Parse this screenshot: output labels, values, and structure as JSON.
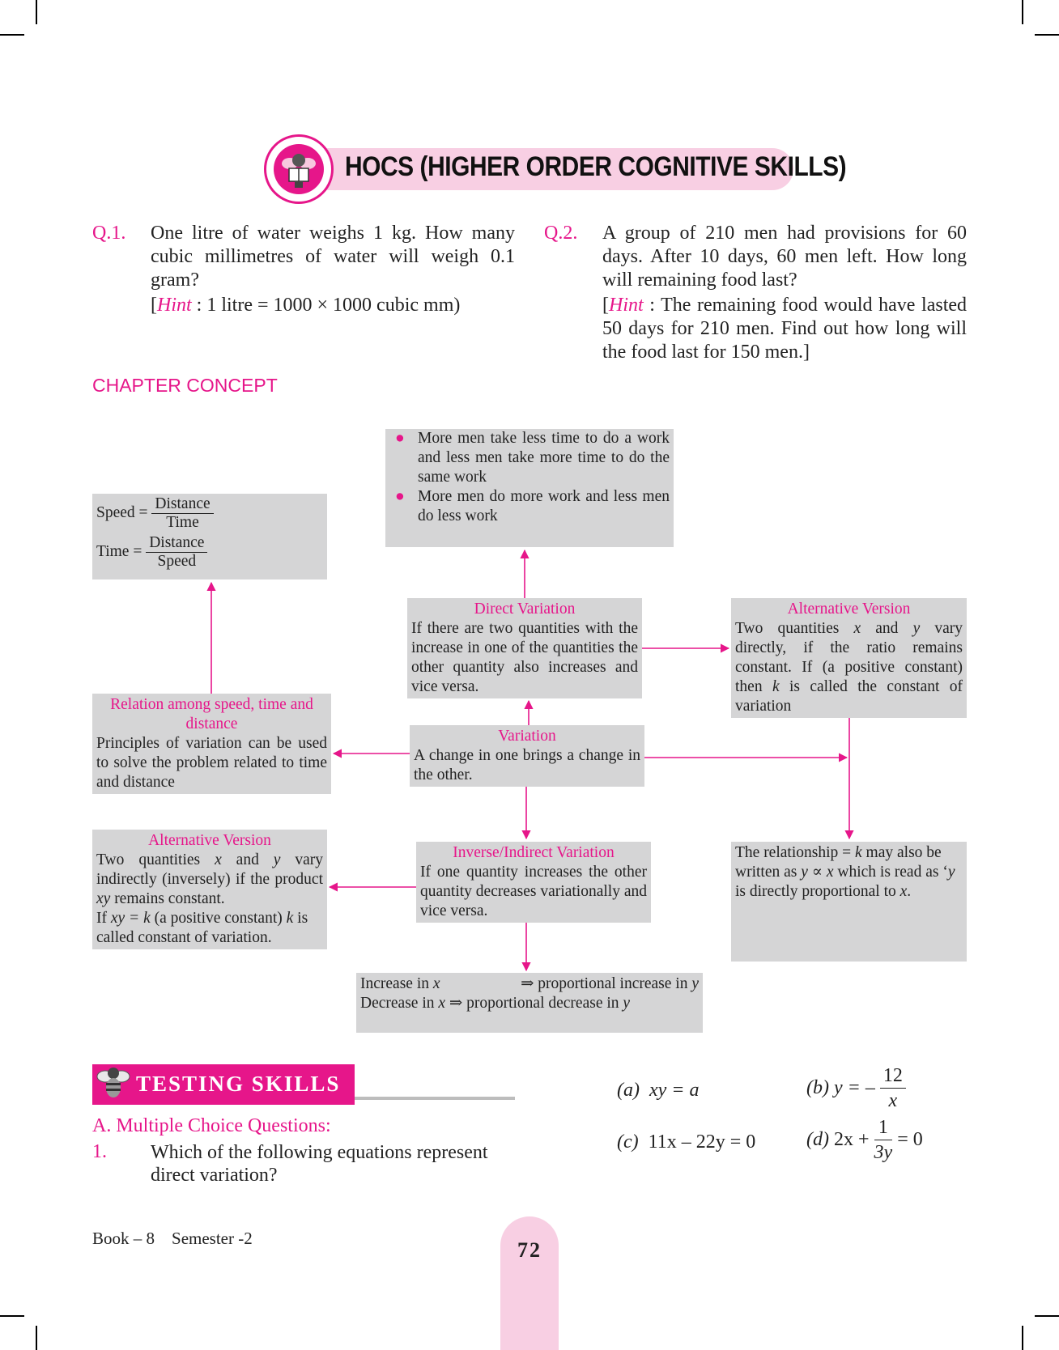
{
  "hocs": {
    "title": "HOCS (HIGHER ORDER COGNITIVE SKILLS)",
    "q1": {
      "num": "Q.1.",
      "text": "One litre of water weighs 1 kg. How many cubic millimetres of water will weigh 0.1 gram?",
      "hint_label": "Hint",
      "hint_text": ": 1 litre = 1000 × 1000 cubic mm)"
    },
    "q2": {
      "num": "Q.2.",
      "text": "A group of 210 men had provisions for 60 days. After 10 days, 60 men left. How long will remaining food last?",
      "hint_label": "Hint",
      "hint_text": ": The remaining food would have lasted 50 days for 210 men. Find out how long will the food last for 150 men.]"
    }
  },
  "chapter_concept": {
    "heading": "CHAPTER CONCEPT",
    "men_box": {
      "bullet1": "More men take less time to do a work and less men take more time to do the same work",
      "bullet2": "More men do more work and less men do less work"
    },
    "speed_box": {
      "speed_label": "Speed =",
      "speed_num": "Distance",
      "speed_den": "Time",
      "time_label": "Time =",
      "time_num": "Distance",
      "time_den": "Speed"
    },
    "direct": {
      "title": "Direct Variation",
      "body": "If there are two quantities with the increase in one of the quantities the other quantity also increases and vice versa."
    },
    "alt_direct": {
      "title": "Alternative Version",
      "body_part1": "Two quantities ",
      "x": "x",
      "and": " and ",
      "y": "y",
      "body_part2": " vary directly, if the ratio remains constant. If (a positive constant) then ",
      "k": "k",
      "body_part3": " is called the constant of variation"
    },
    "relation": {
      "title": "Relation among speed, time and distance",
      "body": "Principles of variation can be used to solve the problem related to time and distance"
    },
    "variation": {
      "title": "Variation",
      "body": "A change in one brings a change in the other."
    },
    "alt_inverse": {
      "title": "Alternative Version",
      "line1a": "Two quantities ",
      "line1b": " and ",
      "line1c": " vary indirectly (inversely) if the product ",
      "xy": "xy",
      "line1d": " remains constant.",
      "line2a": "If ",
      "xyk": "xy = k",
      "line2b": " (a positive constant) ",
      "line2c": " is called constant of variation."
    },
    "inverse": {
      "title": "Inverse/Indirect Variation",
      "body": "If one quantity increases the other quantity decreases variationally and vice versa."
    },
    "relationship": {
      "part1": "The relationship = ",
      "k": "k",
      "part2": " may also be written as ",
      "prop": "y ∝ x",
      "part3": " which is read as ‘",
      "y": "y",
      "part4": " is directly proportional to ",
      "x": "x",
      "part5": "."
    },
    "increase_box": {
      "line1a": "Increase in ",
      "line1b": " ⇒ proportional increase in ",
      "line2a": "Decrease in ",
      "line2b": " ⇒ proportional decrease in ",
      "x": "x",
      "y": "y"
    }
  },
  "testing_skills": {
    "banner": "TESTING SKILLS",
    "section": "A. Multiple Choice Questions:",
    "q1_num": "1.",
    "q1_text": "Which of the following equations represent direct variation?",
    "options": {
      "a_label": "(a)",
      "a_text": "xy = a",
      "b_label": "(b)",
      "b_pre": "y = –",
      "b_num": "12",
      "b_den": "x",
      "c_label": "(c)",
      "c_text": "11x – 22y = 0",
      "d_label": "(d)",
      "d_pre": "2x +",
      "d_num": "1",
      "d_den": "3y",
      "d_post": "= 0"
    }
  },
  "footer": {
    "book": "Book – 8",
    "semester": "Semester -2",
    "page": "72"
  },
  "colors": {
    "accent": "#e6168a",
    "box_grey": "#d5d5d6",
    "banner_pink": "#f8cfe3"
  }
}
